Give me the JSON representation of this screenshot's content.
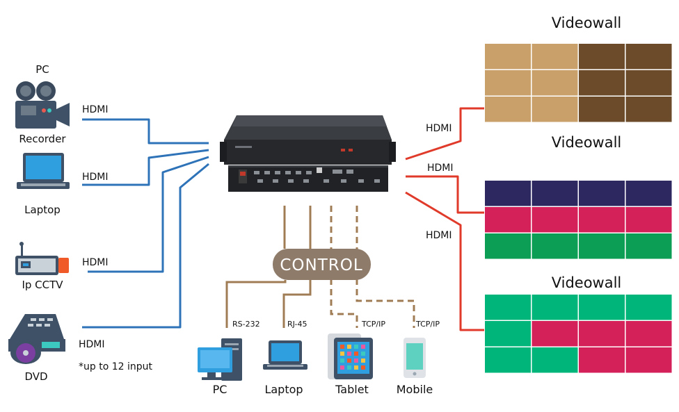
{
  "sources": [
    {
      "device": "PC",
      "name": "Recorder",
      "link": "HDMI"
    },
    {
      "name": "Laptop",
      "link": "HDMI"
    },
    {
      "name": "Ip CCTV",
      "link": "HDMI"
    },
    {
      "name": "DVD",
      "link": "HDMI",
      "note": "*up to 12 input"
    }
  ],
  "control": {
    "label": "CONTROL"
  },
  "clients": [
    {
      "name": "PC",
      "link": "RS-232"
    },
    {
      "name": "Laptop",
      "link": "RJ-45"
    },
    {
      "name": "Tablet",
      "link": "TCP/IP"
    },
    {
      "name": "Mobile",
      "link": "TCP/IP"
    }
  ],
  "outputs": [
    {
      "title": "Videowall",
      "link": "HDMI",
      "colors": [
        [
          "#c9a06a",
          "#c9a06a",
          "#6b4b29",
          "#6b4b29"
        ],
        [
          "#c9a06a",
          "#c9a06a",
          "#6b4b29",
          "#6b4b29"
        ],
        [
          "#c9a06a",
          "#c9a06a",
          "#6b4b29",
          "#6b4b29"
        ]
      ]
    },
    {
      "title": "Videowall",
      "link": "HDMI",
      "colors": [
        [
          "#2d2860",
          "#2d2860",
          "#2d2860",
          "#2d2860"
        ],
        [
          "#d4215a",
          "#d4215a",
          "#d4215a",
          "#d4215a"
        ],
        [
          "#0c9e55",
          "#0c9e55",
          "#0c9e55",
          "#0c9e55"
        ]
      ]
    },
    {
      "title": "Videowall",
      "link": "HDMI",
      "colors": [
        [
          "#00b57a",
          "#00b57a",
          "#00b57a",
          "#00b57a"
        ],
        [
          "#00b57a",
          "#d4215a",
          "#d4215a",
          "#d4215a"
        ],
        [
          "#00b57a",
          "#00b57a",
          "#d4215a",
          "#d4215a"
        ]
      ]
    }
  ],
  "colors": {
    "input_line": "#2e73b8",
    "output_line": "#e03a2a",
    "control_line": "#a07c54",
    "control_fill": "#8f7b69"
  }
}
